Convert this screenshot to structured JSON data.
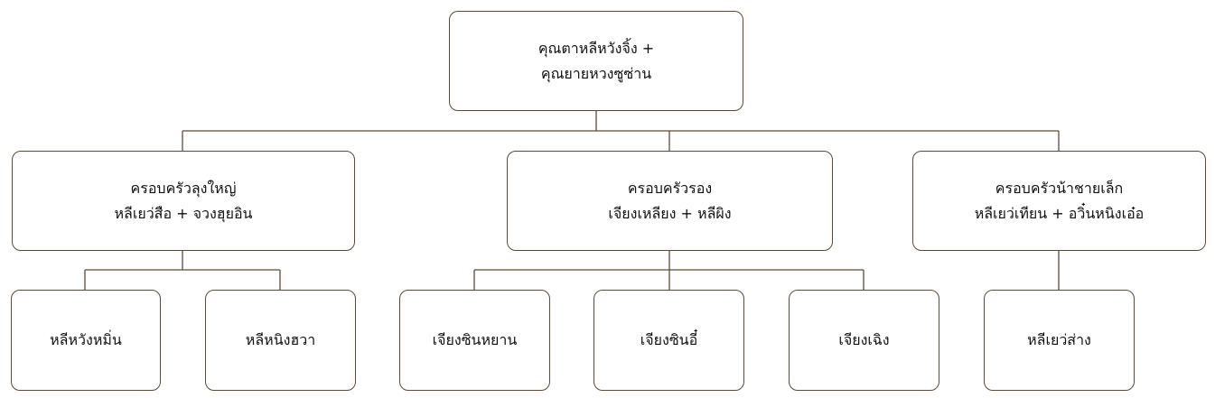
{
  "diagram": {
    "root": {
      "line1": "คุณตาหลีหวังจิ้ง +",
      "line2": "คุณยายหวงซูซ่าน"
    },
    "families": [
      {
        "line1": "ครอบครัวลุงใหญ่",
        "line2": "หลีเยว่สือ + จวงฮุยอิน",
        "children": [
          "หลีหวังหมิ่น",
          "หลีหนิงฮวา"
        ]
      },
      {
        "line1": "ครอบครัวรอง",
        "line2": "เจียงเหลียง + หลีผิง",
        "children": [
          "เจียงซินหยาน",
          "เจียงซินอี๋",
          "เจียงเฉิง"
        ]
      },
      {
        "line1": "ครอบครัวน้าชายเล็ก",
        "line2": "หลีเยว่เทียน + อวิ๋นหนิงเอ๋อ",
        "children": [
          "หลีเยว่ส่าง"
        ]
      }
    ]
  },
  "colors": {
    "border": "#5c4a35",
    "text": "#111111",
    "background": "#ffffff"
  }
}
